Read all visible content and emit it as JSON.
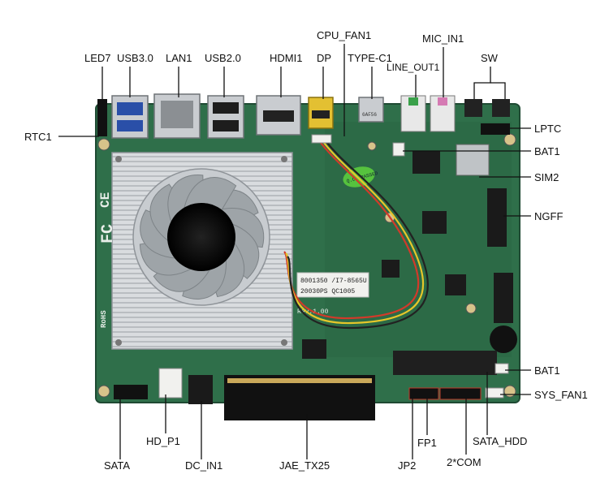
{
  "labels": {
    "led7": "LED7",
    "usb30": "USB3.0",
    "lan1": "LAN1",
    "usb20": "USB2.0",
    "hdmi1": "HDMI1",
    "dp": "DP",
    "cpu_fan1": "CPU_FAN1",
    "type_c1": "TYPE-C1",
    "line_out1": "LINE_OUT1",
    "mic_in1": "MIC_IN1",
    "sw": "SW",
    "rtc1": "RTC1",
    "lptc": "LPTC",
    "bat1_top": "BAT1",
    "sim2": "SIM2",
    "ngff": "NGFF",
    "bat1_bottom": "BAT1",
    "sys_fan1": "SYS_FAN1",
    "sata": "SATA",
    "hd_p1": "HD_P1",
    "dc_in1": "DC_IN1",
    "jae_tx25": "JAE_TX25",
    "jp2": "JP2",
    "fp1": "FP1",
    "com": "2*COM",
    "sata_hdd": "SATA_HDD"
  },
  "board_text": {
    "sticker_line1": "8001350  /I7-8565U",
    "sticker_line2": "20030PS  QC1005",
    "rev": "Rev.1.00",
    "fc": "FC",
    "ce": "CE",
    "rohs": "RoHS",
    "typec_chip": "6AF56",
    "qc_sticker": "Q.C. PASSED"
  },
  "colors": {
    "pcb": "#2f6f4a",
    "pcb_dark": "#24573a",
    "heatsink": "#cfd3d6",
    "fan_blade": "#9ea4a8",
    "label_line": "#111111"
  }
}
